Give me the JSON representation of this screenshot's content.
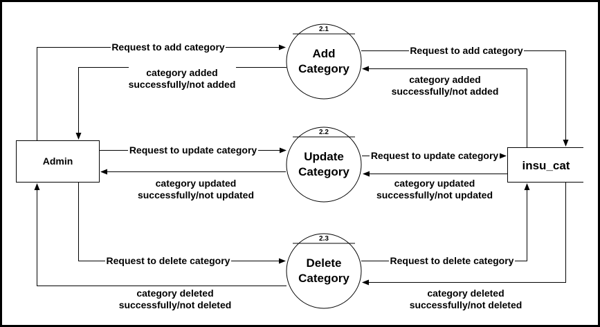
{
  "entities": {
    "admin": "Admin",
    "store": "insu_cat"
  },
  "processes": [
    {
      "number": "2.1",
      "line1": "Add",
      "line2": "Category"
    },
    {
      "number": "2.2",
      "line1": "Update",
      "line2": "Category"
    },
    {
      "number": "2.3",
      "line1": "Delete",
      "line2": "Category"
    }
  ],
  "flows": {
    "add_request_left": "Request to add category",
    "add_response_left": [
      "category added",
      "successfully/not added"
    ],
    "add_request_right": "Request to add category",
    "add_response_right": [
      "category added",
      "successfully/not added"
    ],
    "update_request_left": "Request to update category",
    "update_response_left": [
      "category updated",
      "successfully/not updated"
    ],
    "update_request_right": "Request to update category",
    "update_response_right": [
      "category updated",
      "successfully/not updated"
    ],
    "delete_request_left": "Request to delete category",
    "delete_response_left": [
      "category deleted",
      "successfully/not deleted"
    ],
    "delete_request_right": "Request to delete category",
    "delete_response_right": [
      "category deleted",
      "successfully/not deleted"
    ]
  }
}
